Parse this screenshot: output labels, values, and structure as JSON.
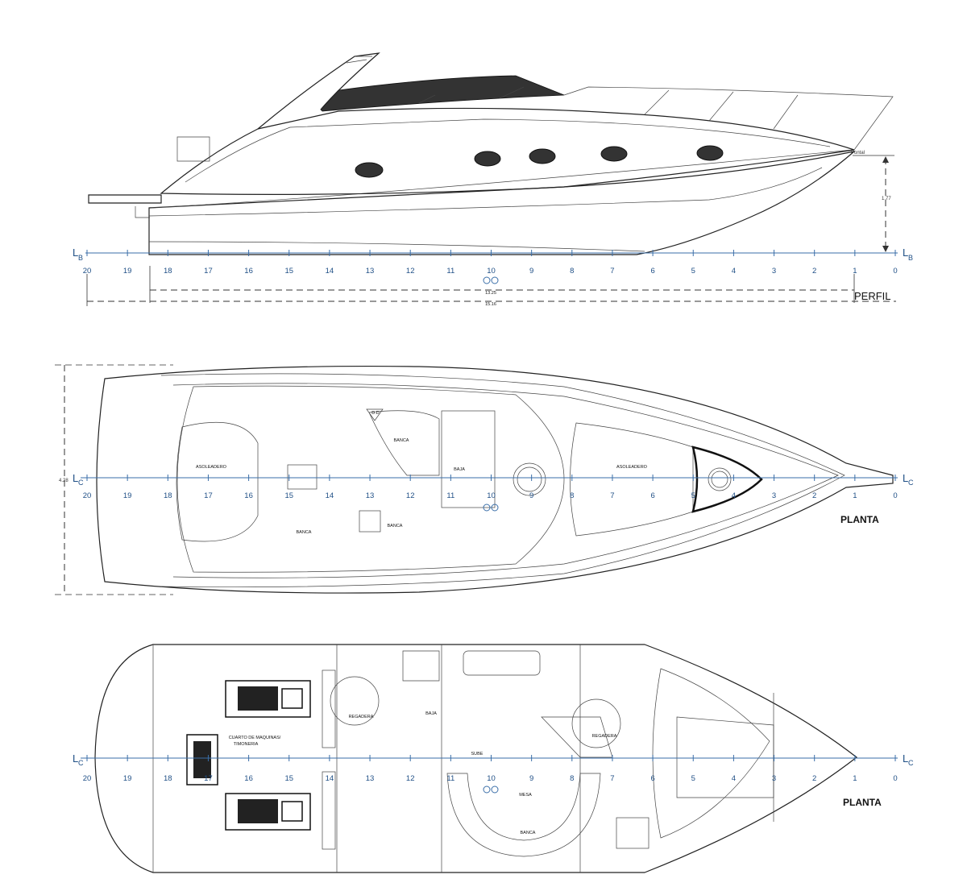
{
  "profile": {
    "view_label": "PERFIL",
    "puntal_label": "Puntal",
    "puntal_value": "1.77",
    "length_inner": "13.25",
    "length_overall": "15.16",
    "baseline_ref": "B"
  },
  "deck_plan": {
    "view_label": "PLANTA",
    "beam_value": "4.28",
    "centerline_ref": "C",
    "labels": {
      "asoleadero_aft": "ASOLEADERO",
      "asoleadero_fwd": "ASOLEADERO",
      "banca_1": "BANCA",
      "banca_2": "BANCA",
      "banca_3": "BANCA",
      "baja": "BAJA",
      "dd": "D.D"
    }
  },
  "lower_plan": {
    "view_label": "PLANTA",
    "centerline_ref": "C",
    "labels": {
      "engine_room": "CUARTO DE MAQUINAS/",
      "engine_room_2": "TIMONERIA",
      "regadera_1": "REGADERA",
      "regadera_2": "REGADERA",
      "baja": "BAJA",
      "sube": "SUBE",
      "mesa": "MESA",
      "banca": "BANCA"
    }
  },
  "stations": [
    "20",
    "19",
    "18",
    "17",
    "16",
    "15",
    "14",
    "13",
    "12",
    "11",
    "10",
    "9",
    "8",
    "7",
    "6",
    "5",
    "4",
    "3",
    "2",
    "1",
    "0"
  ],
  "colors": {
    "axis": "#3a6ea8",
    "line": "#222222",
    "window": "#333333"
  }
}
